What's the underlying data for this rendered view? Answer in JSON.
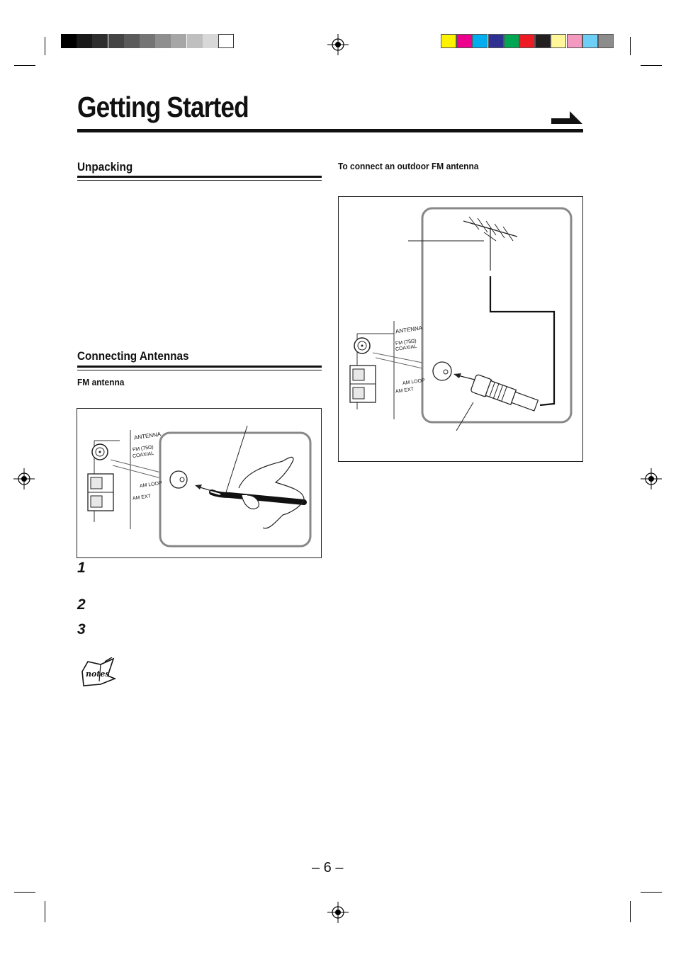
{
  "registration": {
    "gray_swatches": [
      "#000000",
      "#1a1a1a",
      "#2e2e2e",
      "#444444",
      "#5a5a5a",
      "#747474",
      "#8e8e8e",
      "#a6a6a6",
      "#bfbfbf",
      "#d8d8d8",
      "#ffffff"
    ],
    "color_swatches": [
      "#fff200",
      "#ec008c",
      "#00aeef",
      "#2e3192",
      "#00a651",
      "#ed1c24",
      "#231f20",
      "#fff799",
      "#f49ac1",
      "#6dcff6",
      "#8c8c8c"
    ]
  },
  "page": {
    "title": "Getting Started",
    "page_number": "– 6 –"
  },
  "left_column": {
    "unpacking_heading": "Unpacking",
    "antennas_heading": "Connecting Antennas",
    "fm_antenna_heading": "FM antenna",
    "figure_labels": {
      "antenna": "ANTENNA",
      "fm": "FM (75Ω)",
      "coaxial": "COAXIAL",
      "am_loop": "AM LOOP",
      "am_ext": "AM EXT"
    },
    "steps": [
      "1",
      "2",
      "3"
    ],
    "notes_icon_text": "notes"
  },
  "right_column": {
    "outdoor_heading": "To connect an outdoor FM antenna",
    "figure_labels": {
      "antenna": "ANTENNA",
      "fm": "FM (75Ω)",
      "coaxial": "COAXIAL",
      "am_loop": "AM LOOP",
      "am_ext": "AM EXT"
    }
  }
}
